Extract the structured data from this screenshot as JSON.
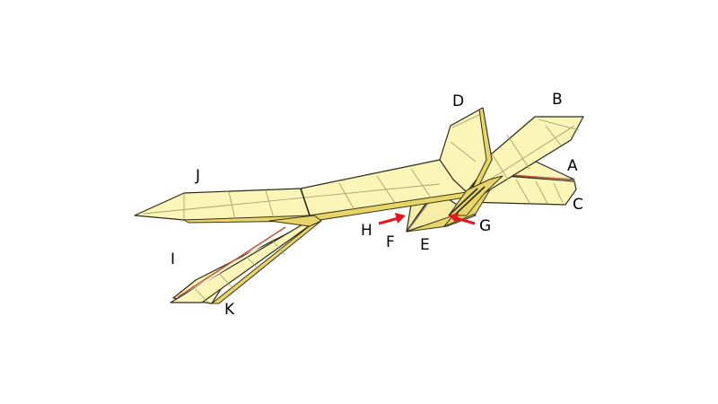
{
  "diagram": {
    "type": "origami-crease-model",
    "subject": "folded paper airplane / bird base with labeled flaps",
    "colors": {
      "paper": "#fbf5b8",
      "paper_shade": "#f7eea6",
      "layers": "#e8d56a",
      "edge": "#2b2b1a",
      "crease": "#a9a170",
      "arrow": "#e8161b",
      "inner_red_edge": "#c0583e"
    },
    "labels": {
      "A": "A",
      "B": "B",
      "C": "C",
      "D": "D",
      "E": "E",
      "F": "F",
      "G": "G",
      "H": "H",
      "I": "I",
      "J": "J",
      "K": "K"
    },
    "arrows": [
      {
        "label": "H",
        "points_to": "F-side flap edge",
        "direction": "right"
      },
      {
        "label": "G",
        "points_to": "layered center flap",
        "direction": "left"
      }
    ]
  }
}
